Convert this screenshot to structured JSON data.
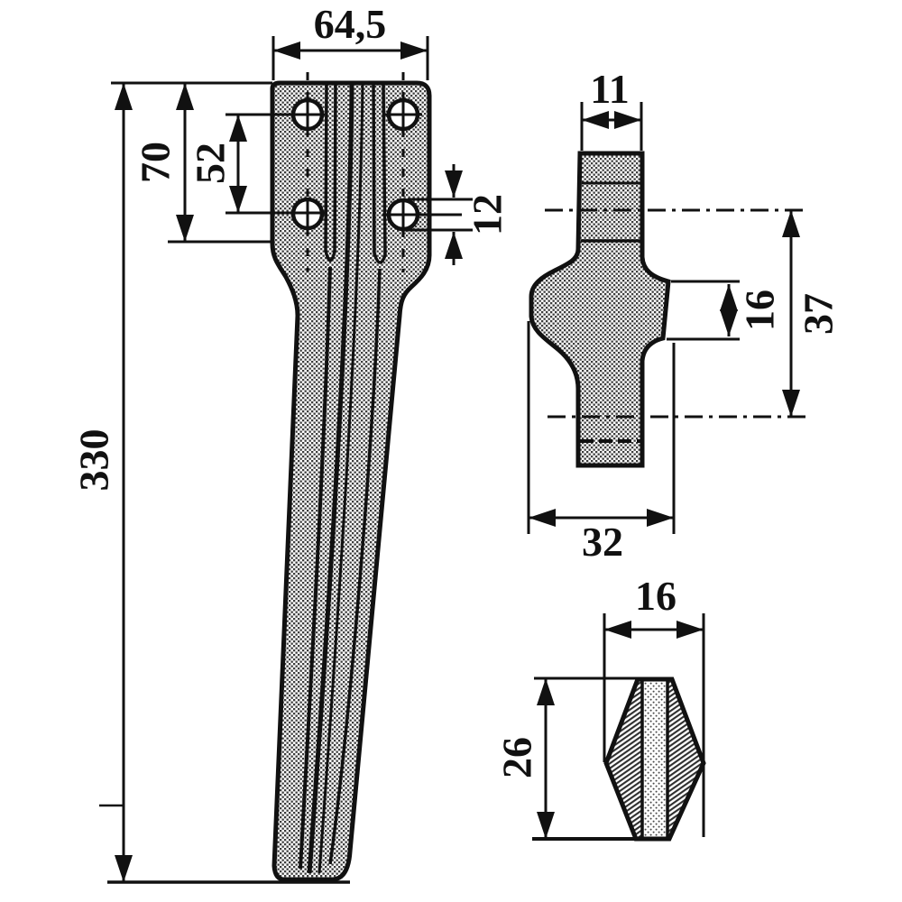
{
  "drawing": {
    "kind": "technical-drawing",
    "views": [
      "front-view",
      "side-profile-view",
      "tip-cross-section"
    ]
  },
  "colors": {
    "ink": "#111111",
    "paper": "#ffffff"
  },
  "dims": {
    "front_width": "64,5",
    "front_head_height": "70",
    "front_hole_spacing": "52",
    "front_hole_diameter": "12",
    "front_length": "330",
    "side_top_width": "11",
    "side_step_height": "16",
    "side_center_span": "37",
    "side_overall_width": "32",
    "tip_width": "16",
    "tip_height": "26"
  }
}
